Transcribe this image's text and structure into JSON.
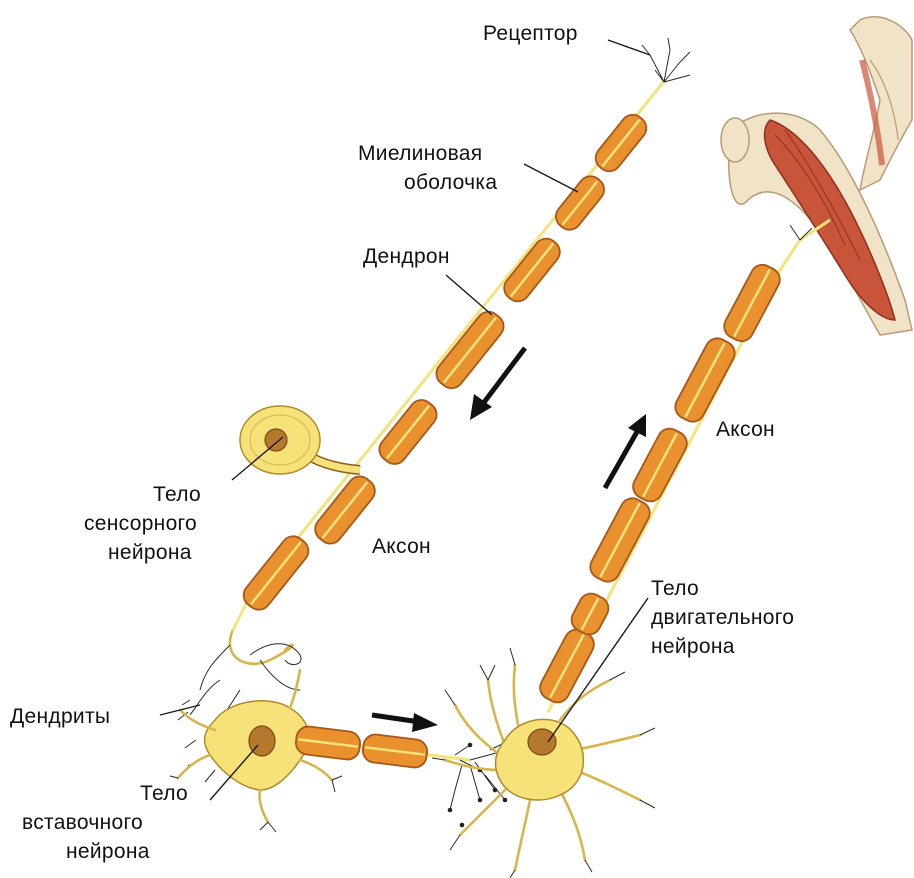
{
  "labels": {
    "receptor": "Рецептор",
    "myelin_line1": "Миелиновая",
    "myelin_line2": "оболочка",
    "dendron": "Дендрон",
    "sensory_line1": "Тело",
    "sensory_line2": "сенсорного",
    "sensory_line3": "нейрона",
    "axon_sensory": "Аксон",
    "axon_motor": "Аксон",
    "motor_line1": "Тело",
    "motor_line2": "двигательного",
    "motor_line3": "нейрона",
    "dendrites": "Дендриты",
    "inter_line1": "Тело",
    "inter_line2": "вставочного",
    "inter_line3": "нейрона"
  },
  "colors": {
    "myelin": "#e8912e",
    "myelin_border": "#a8571a",
    "cell_body": "#f7e27a",
    "nucleus": "#b5792e",
    "muscle": "#c8553a",
    "bone": "#f1e3c8"
  }
}
